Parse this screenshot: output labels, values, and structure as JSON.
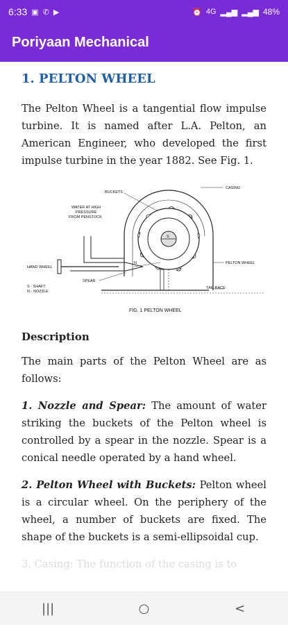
{
  "status_bar": {
    "time": "6:33",
    "battery": "48%",
    "network": "4G"
  },
  "app_bar": {
    "title": "Poriyaan Mechanical"
  },
  "content": {
    "heading": "1. PELTON WHEEL",
    "intro": "The Pelton Wheel is a tangential flow impulse turbine. It is named after L.A. Pelton, an American Engineer, who developed the first impulse turbine in the year 1882. See Fig. 1.",
    "figure": {
      "labels": {
        "buckets": "BUCKETS",
        "casing": "CASING",
        "water": "WATER AT HIGH",
        "water2": "PRESSURE",
        "water3": "FROM PENSTOCK",
        "hand_wheel": "HAND WHEEL",
        "pelton_wheel": "PELTON WHEEL",
        "spear": "SPEAR",
        "tail_race": "TAIL RACE",
        "shaft": "S - SHAFT",
        "nozzle": "N - NOZZLE",
        "s": "S",
        "n": "N"
      },
      "caption": "FIG. 1    PELTON WHEEL"
    },
    "description_heading": "Description",
    "description_intro": "The main parts of the Pelton Wheel are as follows:",
    "parts": [
      {
        "label": "1. Nozzle and Spear:",
        "text": " The amount of water striking the buckets of the Pelton wheel is controlled by a spear in the nozzle. Spear is a conical needle operated by a hand wheel."
      },
      {
        "label": "2. Pelton Wheel with Buckets:",
        "text": " Pelton wheel is a circular wheel. On the periphery of the wheel, a number of buckets are fixed. The shape of the buckets is a semi-ellipsoidal cup."
      }
    ],
    "fade_text": "3. Casing: The function of the casing is to"
  },
  "nav_bar": {
    "recent": "|||",
    "home": "○",
    "back": "<"
  }
}
